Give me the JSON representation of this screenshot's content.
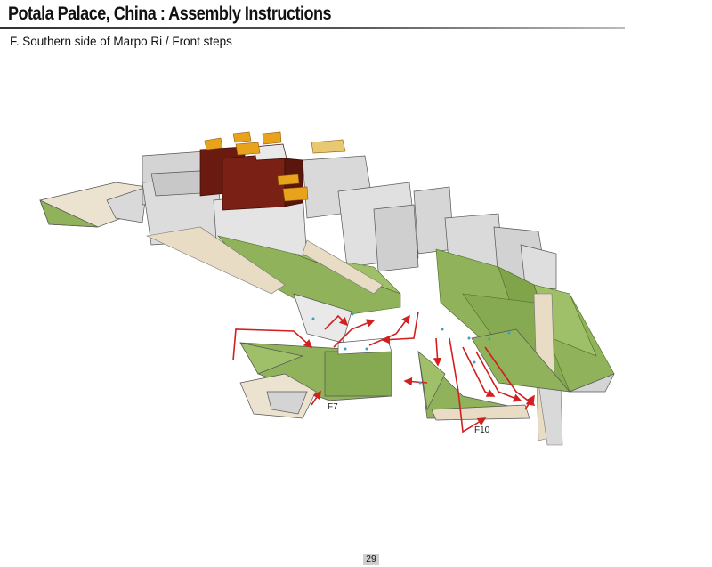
{
  "header": {
    "title": "Potala Palace, China : Assembly Instructions",
    "subtitle": "F. Southern side of Marpo Ri / Front steps"
  },
  "diagram": {
    "part_labels": [
      "F7",
      "F10"
    ],
    "colors": {
      "grass": "#8fb25a",
      "wall": "#d9d9d9",
      "red_palace": "#6b1a10",
      "roof": "#e8a21c",
      "arrow": "#d21f1f",
      "steps": "#e8dcc4"
    }
  },
  "footer": {
    "page_number": "29"
  }
}
